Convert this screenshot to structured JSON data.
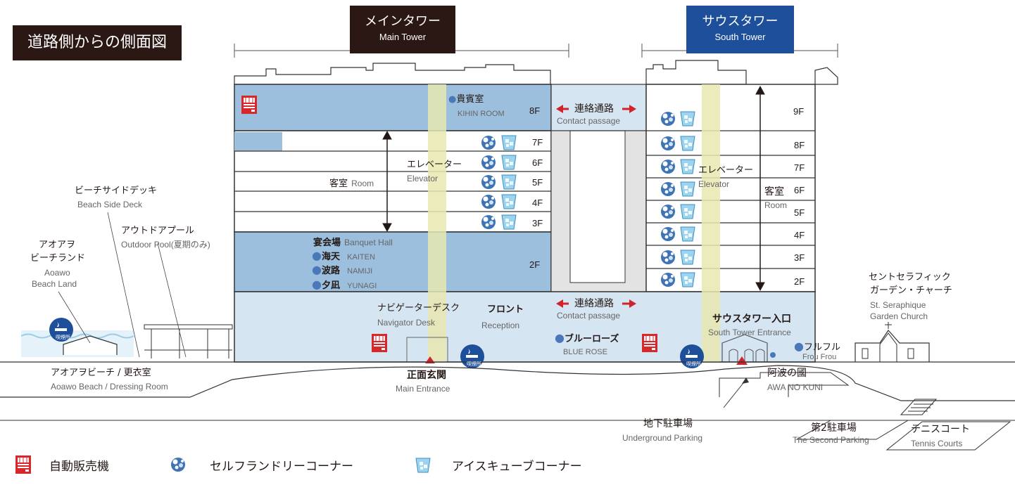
{
  "header": {
    "title": "道路側からの側面図",
    "main_tower_jp": "メインタワー",
    "main_tower_en": "Main Tower",
    "south_tower_jp": "サウスタワー",
    "south_tower_en": "South Tower"
  },
  "main_tower": {
    "kihin_jp": "貴賓室",
    "kihin_en": "KIHIN ROOM",
    "floors": [
      "8F",
      "7F",
      "6F",
      "5F",
      "4F",
      "3F",
      "2F"
    ],
    "room_jp": "客室",
    "room_en": "Room",
    "elevator_jp": "エレベーター",
    "elevator_en": "Elevator",
    "banquet_jp": "宴会場",
    "banquet_en": "Banquet Hall",
    "halls": [
      {
        "jp": "海天",
        "en": "KAITEN"
      },
      {
        "jp": "波路",
        "en": "NAMIJI"
      },
      {
        "jp": "夕凪",
        "en": "YUNAGI"
      }
    ]
  },
  "passage": {
    "upper_jp": "連絡通路",
    "upper_en": "Contact passage",
    "lower_jp": "連絡通路",
    "lower_en": "Contact passage"
  },
  "south_tower": {
    "floors": [
      "9F",
      "8F",
      "7F",
      "6F",
      "5F",
      "4F",
      "3F",
      "2F"
    ],
    "elevator_jp": "エレベーター",
    "elevator_en": "Elevator",
    "room_jp": "客室",
    "room_en": "Room",
    "entrance_jp": "サウスタワー入口",
    "entrance_en": "South Tower Entrance"
  },
  "ground": {
    "navigator_jp": "ナビゲーターデスク",
    "navigator_en": "Navigator Desk",
    "front_jp": "フロント",
    "front_en": "Reception",
    "bluerose_jp": "ブルーローズ",
    "bluerose_en": "BLUE ROSE",
    "main_entrance_jp": "正面玄関",
    "main_entrance_en": "Main Entrance",
    "froufrou_jp": "フルフル",
    "froufrou_en": "Frou Frou",
    "awanokuni_jp": "阿波の國",
    "awanokuni_en": "AWA NO KUNI",
    "underground_jp": "地下駐車場",
    "underground_en": "Underground Parking",
    "second_parking_jp": "第2駐車場",
    "second_parking_en": "The Second Parking",
    "tennis_jp": "テニスコート",
    "tennis_en": "Tennis Courts"
  },
  "outside": {
    "beachside_jp": "ビーチサイドデッキ",
    "beachside_en": "Beach Side Deck",
    "pool_jp": "アウトドアプール",
    "pool_en": "Outdoor Pool(夏期のみ)",
    "beachland_jp1": "アオアヲ",
    "beachland_jp2": "ビーチランド",
    "beachland_en1": "Aoawo",
    "beachland_en2": "Beach Land",
    "beach_jp": "アオアヲビーチ / 更衣室",
    "beach_en": "Aoawo Beach / Dressing Room",
    "church_jp1": "セントセラフィック",
    "church_jp2": "ガーデン・チャーチ",
    "church_en1": "St. Seraphique",
    "church_en2": "Garden Church",
    "smoking": "喫煙所"
  },
  "legend": {
    "vending": "自動販売機",
    "laundry": "セルフランドリーコーナー",
    "ice": "アイスキューブコーナー"
  },
  "colors": {
    "main_tower_bg": "#2b1714",
    "south_tower_bg": "#1d4f9a",
    "upper_blue": "#9cbfdd",
    "light_blue": "#d6e5f2",
    "elevator_yellow": "#e8e8b0",
    "arrow_red": "#d0232a"
  }
}
